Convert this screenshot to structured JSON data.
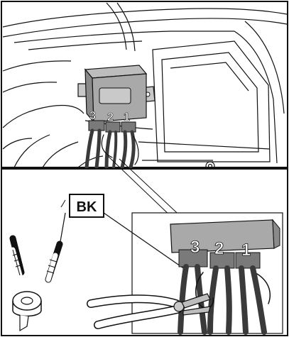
{
  "callout": {
    "wire_color_label": "BK"
  },
  "connectors": {
    "top": [
      "3",
      "2",
      "1"
    ],
    "detail": [
      "3",
      "2",
      "1"
    ]
  },
  "colors": {
    "line": "#111111",
    "module_fill": "#a9a9a9",
    "module_dark": "#7a7a7a",
    "wire_dark": "#3a3a3a",
    "background": "#ffffff"
  },
  "icons": {
    "module": "control-module-icon",
    "wires": "wrapped-wire-icon",
    "tape": "insulating-tape-icon",
    "pliers": "pliers-icon"
  }
}
